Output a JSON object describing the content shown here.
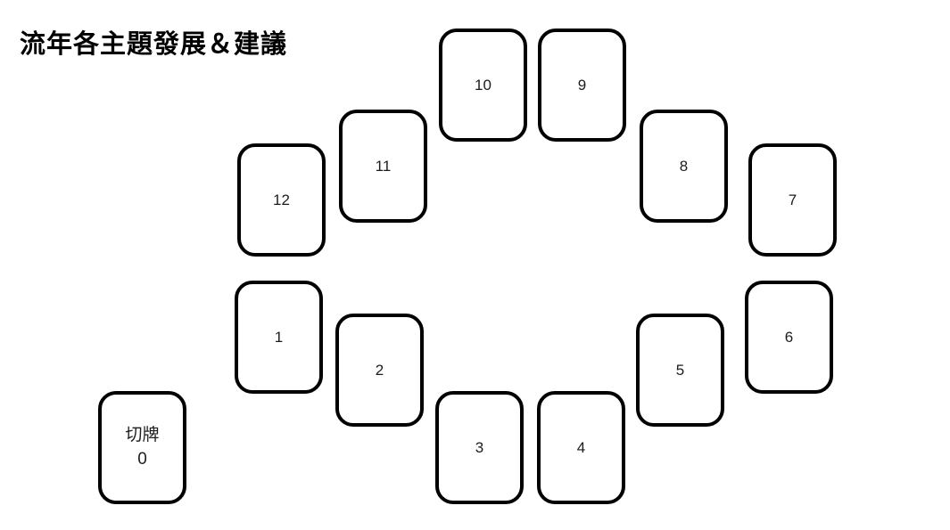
{
  "page": {
    "title": "流年各主題發展＆建議"
  },
  "colors": {
    "background": "#ffffff",
    "card_border": "#000000",
    "card_fill": "#ffffff",
    "text": "#1c1c1c",
    "title_text": "#000000"
  },
  "cards": [
    {
      "name": "cut-card",
      "label": "切牌",
      "number": "0"
    },
    {
      "name": "card-1",
      "number": "1"
    },
    {
      "name": "card-2",
      "number": "2"
    },
    {
      "name": "card-3",
      "number": "3"
    },
    {
      "name": "card-4",
      "number": "4"
    },
    {
      "name": "card-5",
      "number": "5"
    },
    {
      "name": "card-6",
      "number": "6"
    },
    {
      "name": "card-7",
      "number": "7"
    },
    {
      "name": "card-8",
      "number": "8"
    },
    {
      "name": "card-9",
      "number": "9"
    },
    {
      "name": "card-10",
      "number": "10"
    },
    {
      "name": "card-11",
      "number": "11"
    },
    {
      "name": "card-12",
      "number": "12"
    }
  ]
}
